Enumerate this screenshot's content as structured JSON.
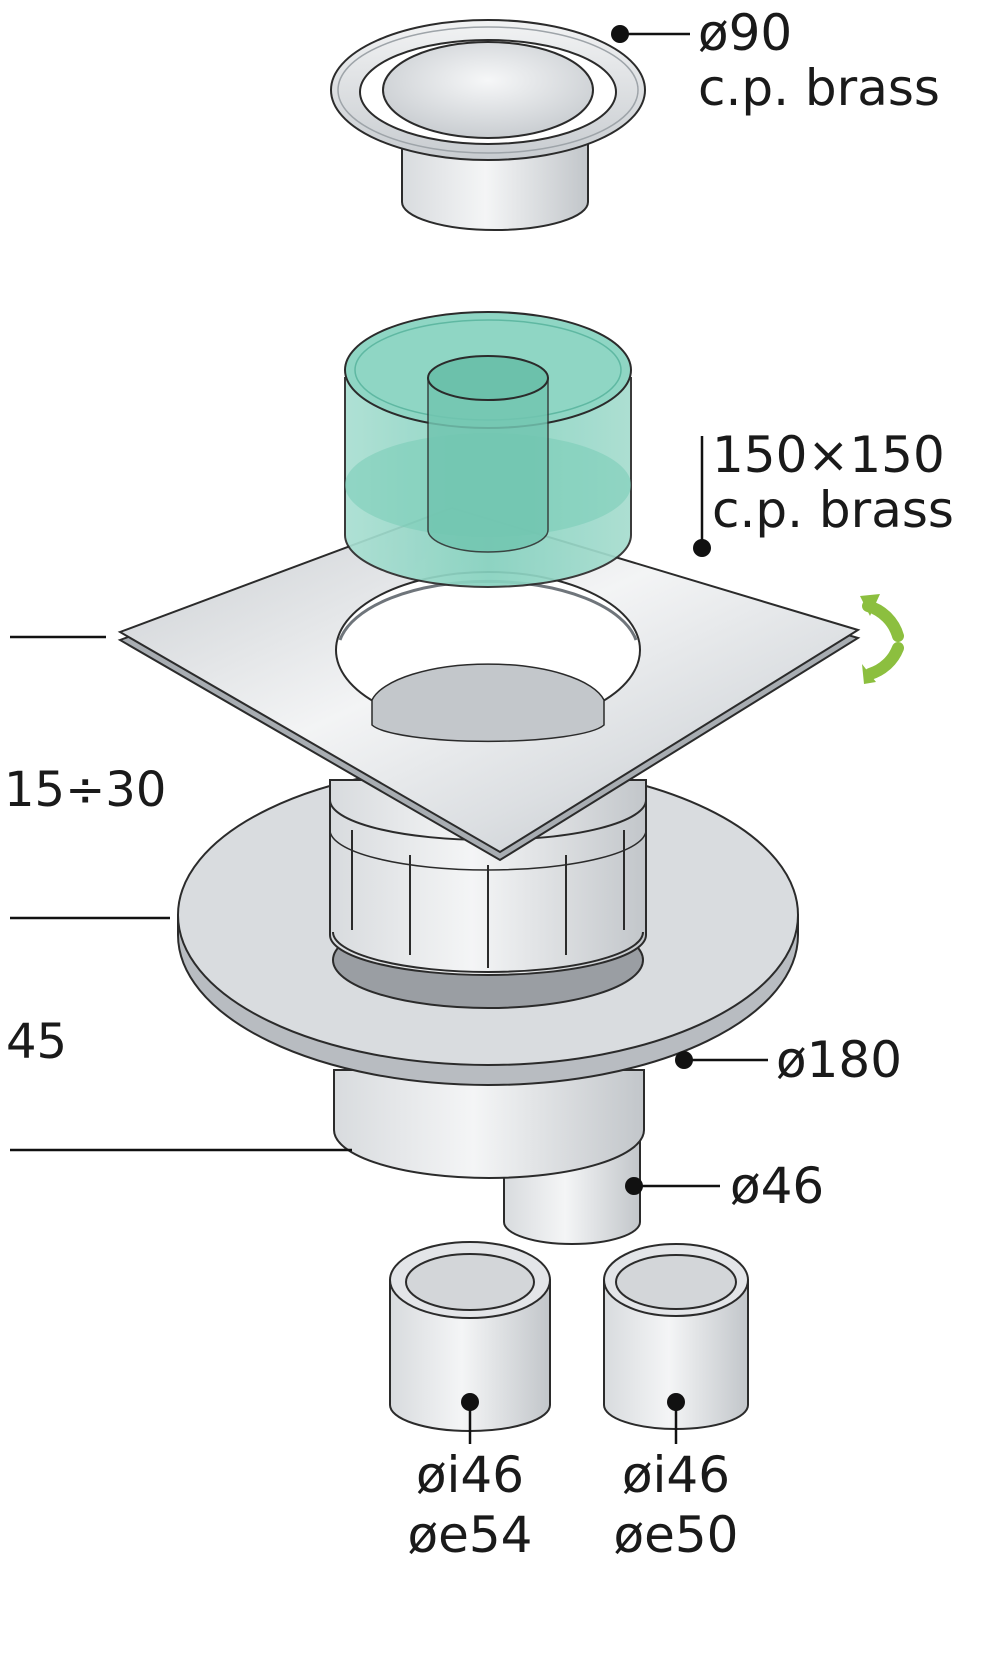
{
  "labels": {
    "cover_diameter": "ø90",
    "cover_material": "c.p. brass",
    "plate_size": "150×150",
    "plate_material": "c.p. brass",
    "flange_diameter": "ø180",
    "outlet_diameter": "ø46",
    "adapter_left_inner": "øi46",
    "adapter_left_outer": "øe54",
    "adapter_right_inner": "øi46",
    "adapter_right_outer": "øe50"
  },
  "dimensions": {
    "adjustable_height": "15÷30",
    "body_height": "45"
  },
  "icons": {
    "rotate": "rotate-arrows-icon"
  },
  "colors": {
    "metal_light": "#eceef0",
    "metal_mid": "#c9cdd1",
    "metal_dark": "#9ea4a9",
    "trap_teal": "#7fcfbb",
    "trap_teal_dark": "#5fb8a2",
    "rotate_green": "#8cbf3f",
    "outline": "#2b2b2b"
  }
}
